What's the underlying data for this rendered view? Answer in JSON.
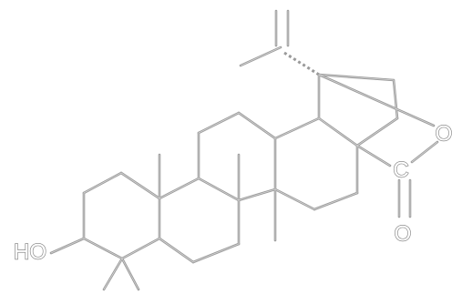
{
  "diagram": {
    "atoms": {
      "hydroxyl": "HO",
      "ring_oxygen": "O",
      "carbonyl_carbon": "C",
      "carbonyl_oxygen": "O"
    }
  }
}
